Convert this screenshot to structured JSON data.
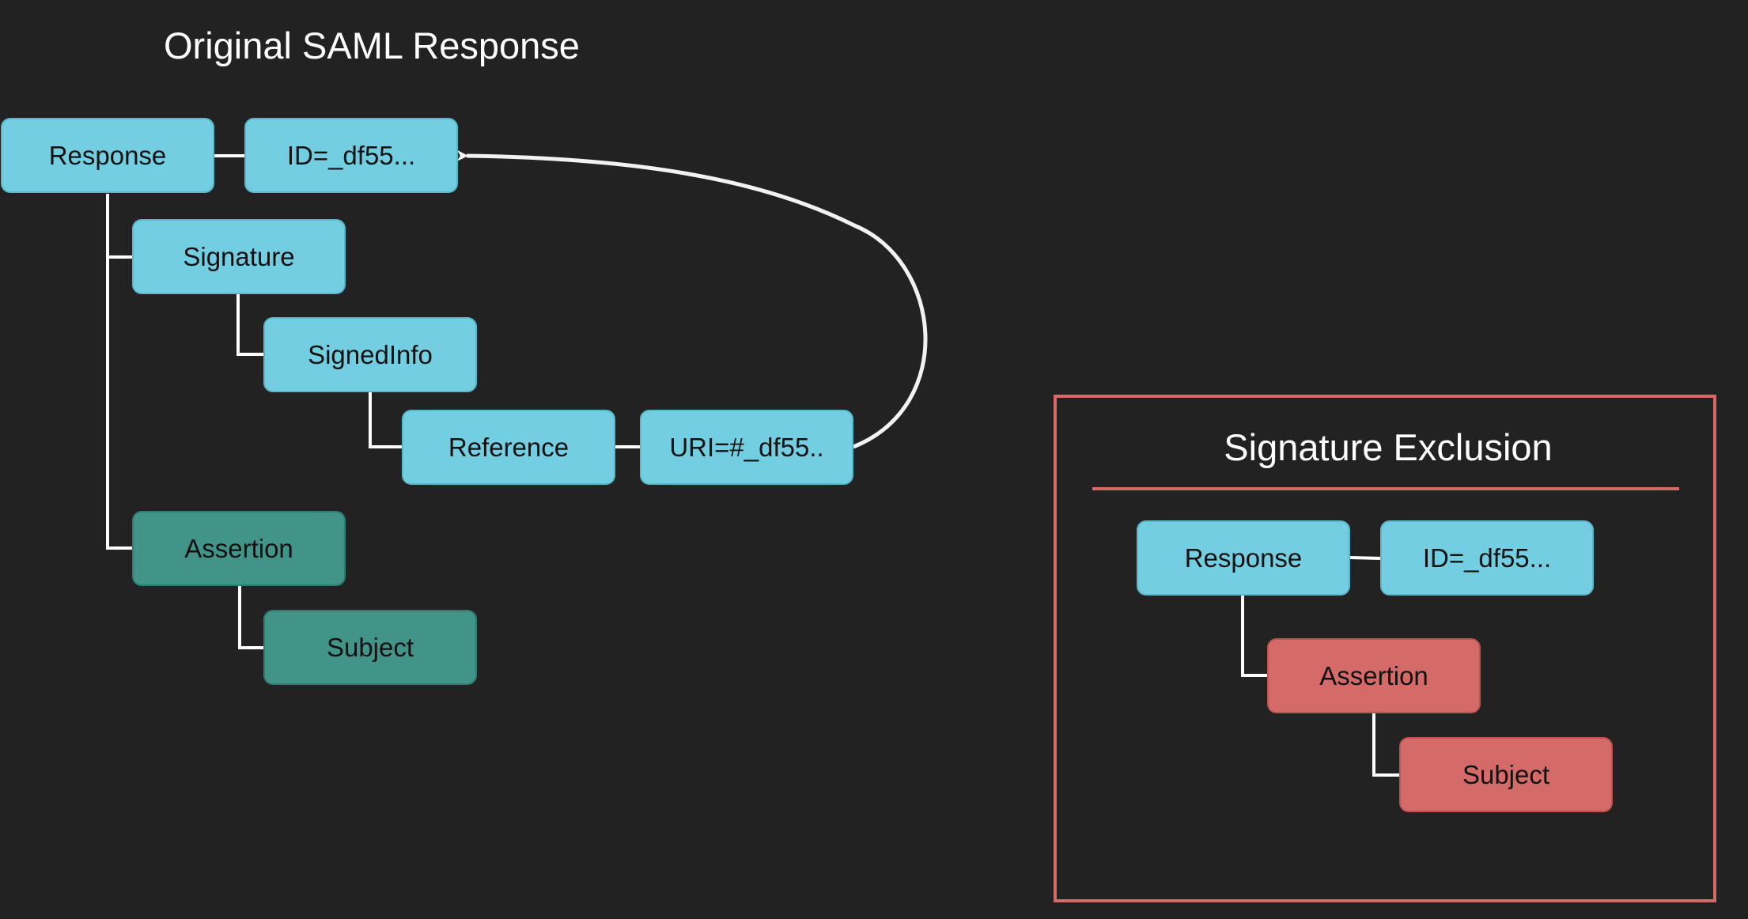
{
  "colors": {
    "background": "#222222",
    "node_signed": "#72cee0",
    "node_unsigned": "#429488",
    "node_injected": "#d46b69",
    "frame_border": "#d46b69",
    "connector": "#ffffff"
  },
  "original": {
    "title": "Original SAML Response",
    "response": "Response",
    "response_id": "ID=_df55...",
    "signature": "Signature",
    "signed_info": "SignedInfo",
    "reference": "Reference",
    "reference_uri": "URI=#_df55..",
    "assertion": "Assertion",
    "subject": "Subject"
  },
  "exclusion": {
    "title": "Signature Exclusion",
    "response": "Response",
    "response_id": "ID=_df55...",
    "assertion": "Assertion",
    "subject": "Subject"
  }
}
